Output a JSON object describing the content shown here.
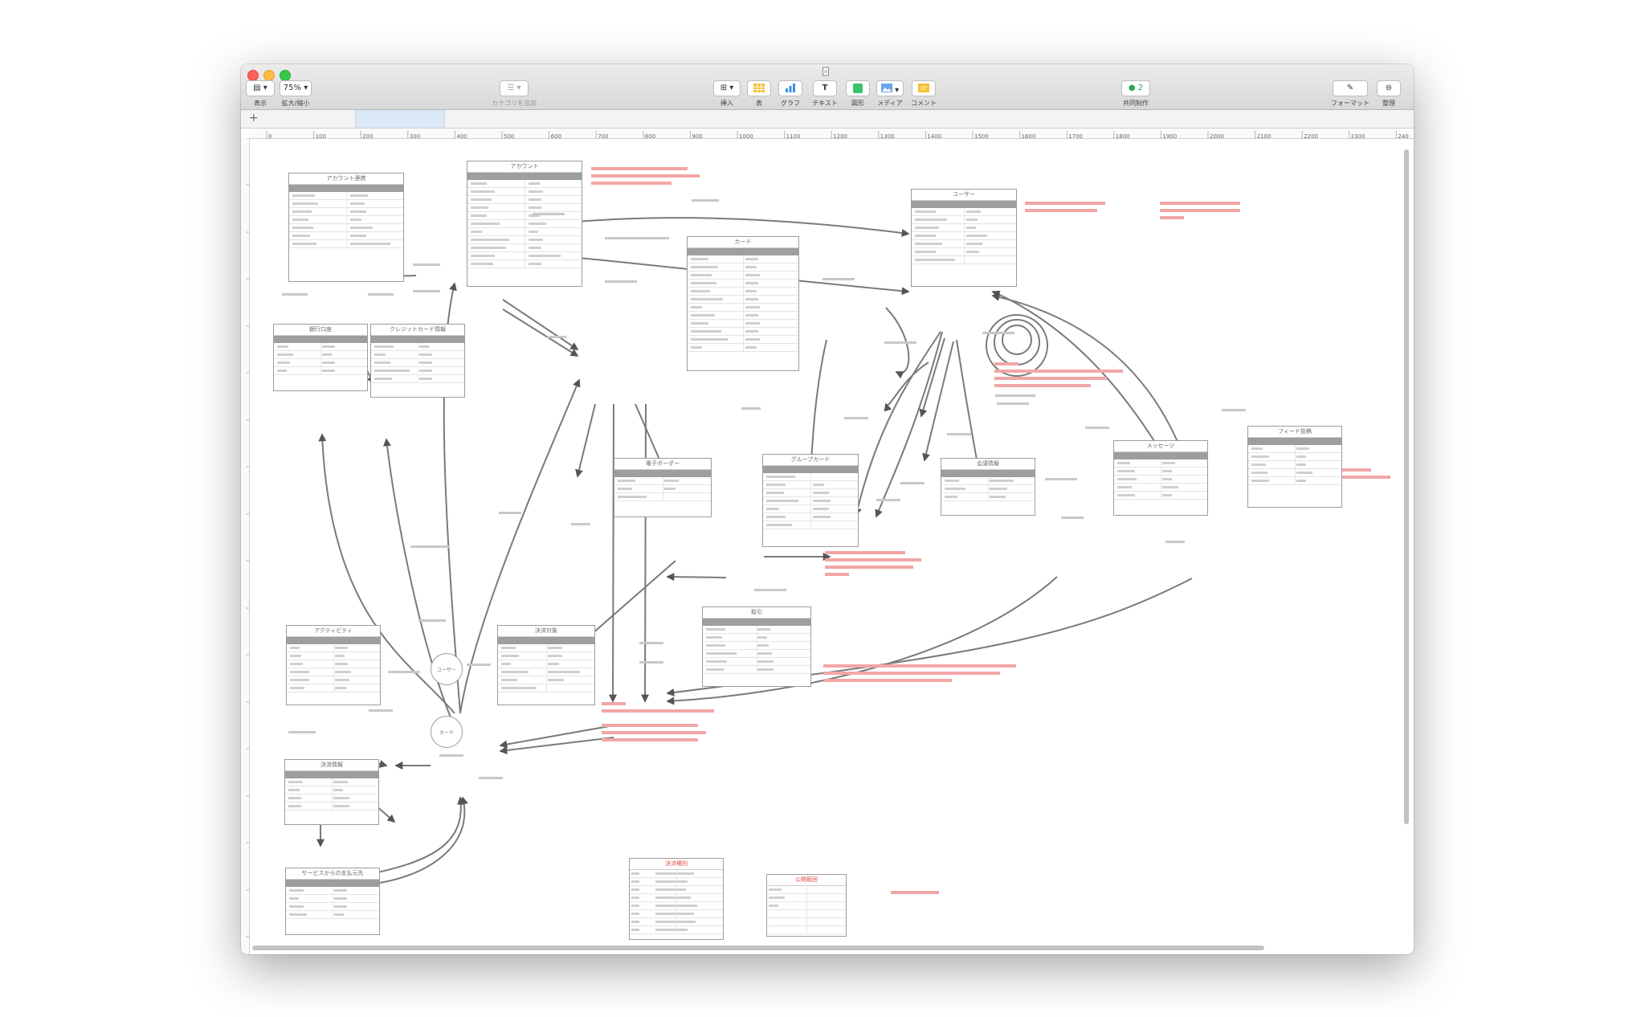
{
  "toolbar": {
    "view_label": "表示",
    "zoom_value": "75%",
    "zoom_label": "拡大/縮小",
    "category_label": "カテゴリを追加",
    "insert_label": "挿入",
    "table_label": "表",
    "chart_label": "グラフ",
    "text_label": "テキスト",
    "shape_label": "図形",
    "media_label": "メディア",
    "comment_label": "コメント",
    "collab_count": "2",
    "collab_label": "共同制作",
    "format_label": "フォーマット",
    "organize_label": "整理"
  },
  "sheet_tab": {
    "add_symbol": "+"
  },
  "ruler": {
    "h_ticks": [
      "0",
      "100",
      "200",
      "300",
      "400",
      "500",
      "600",
      "700",
      "800",
      "900",
      "1000",
      "1100",
      "1200",
      "1300",
      "1400",
      "1500",
      "1600",
      "1700",
      "1800",
      "1900",
      "2000",
      "2100",
      "2200",
      "2300",
      "240"
    ]
  },
  "diagram": {
    "tables": [
      {
        "id": "t-account-link",
        "title": "アカウント連携",
        "rows": 9
      },
      {
        "id": "t-account",
        "title": "アカウント",
        "rows": 12
      },
      {
        "id": "t-card",
        "title": "カード",
        "rows": 13
      },
      {
        "id": "t-user",
        "title": "ユーザー",
        "rows": 8
      },
      {
        "id": "t-bank",
        "title": "銀行口座",
        "rows": 4
      },
      {
        "id": "t-credit",
        "title": "クレジットカード情報",
        "rows": 5
      },
      {
        "id": "t-gift",
        "title": "電子ポーダー",
        "rows": 3
      },
      {
        "id": "t-group-card",
        "title": "グループカード",
        "rows": 8
      },
      {
        "id": "t-meeting",
        "title": "会議情報",
        "rows": 3
      },
      {
        "id": "t-message",
        "title": "メッセージ",
        "rows": 6
      },
      {
        "id": "t-feed",
        "title": "フィード投稿",
        "rows": 5
      },
      {
        "id": "t-activity",
        "title": "アクティビティ",
        "rows": 7
      },
      {
        "id": "t-payment",
        "title": "決済対象",
        "rows": 7
      },
      {
        "id": "t-transaction",
        "title": "取引",
        "rows": 7
      },
      {
        "id": "t-settlement",
        "title": "決済情報",
        "rows": 4
      },
      {
        "id": "t-service",
        "title": "サービスからの支払元先",
        "rows": 4
      },
      {
        "id": "t-legend1",
        "title": "決済種別",
        "rows": 8
      },
      {
        "id": "t-legend2",
        "title": "公開範囲",
        "rows": 6
      }
    ],
    "nodes": [
      {
        "id": "n-user-circle",
        "label": "ユーザー"
      },
      {
        "id": "n-card-circle",
        "label": "カード"
      }
    ]
  }
}
